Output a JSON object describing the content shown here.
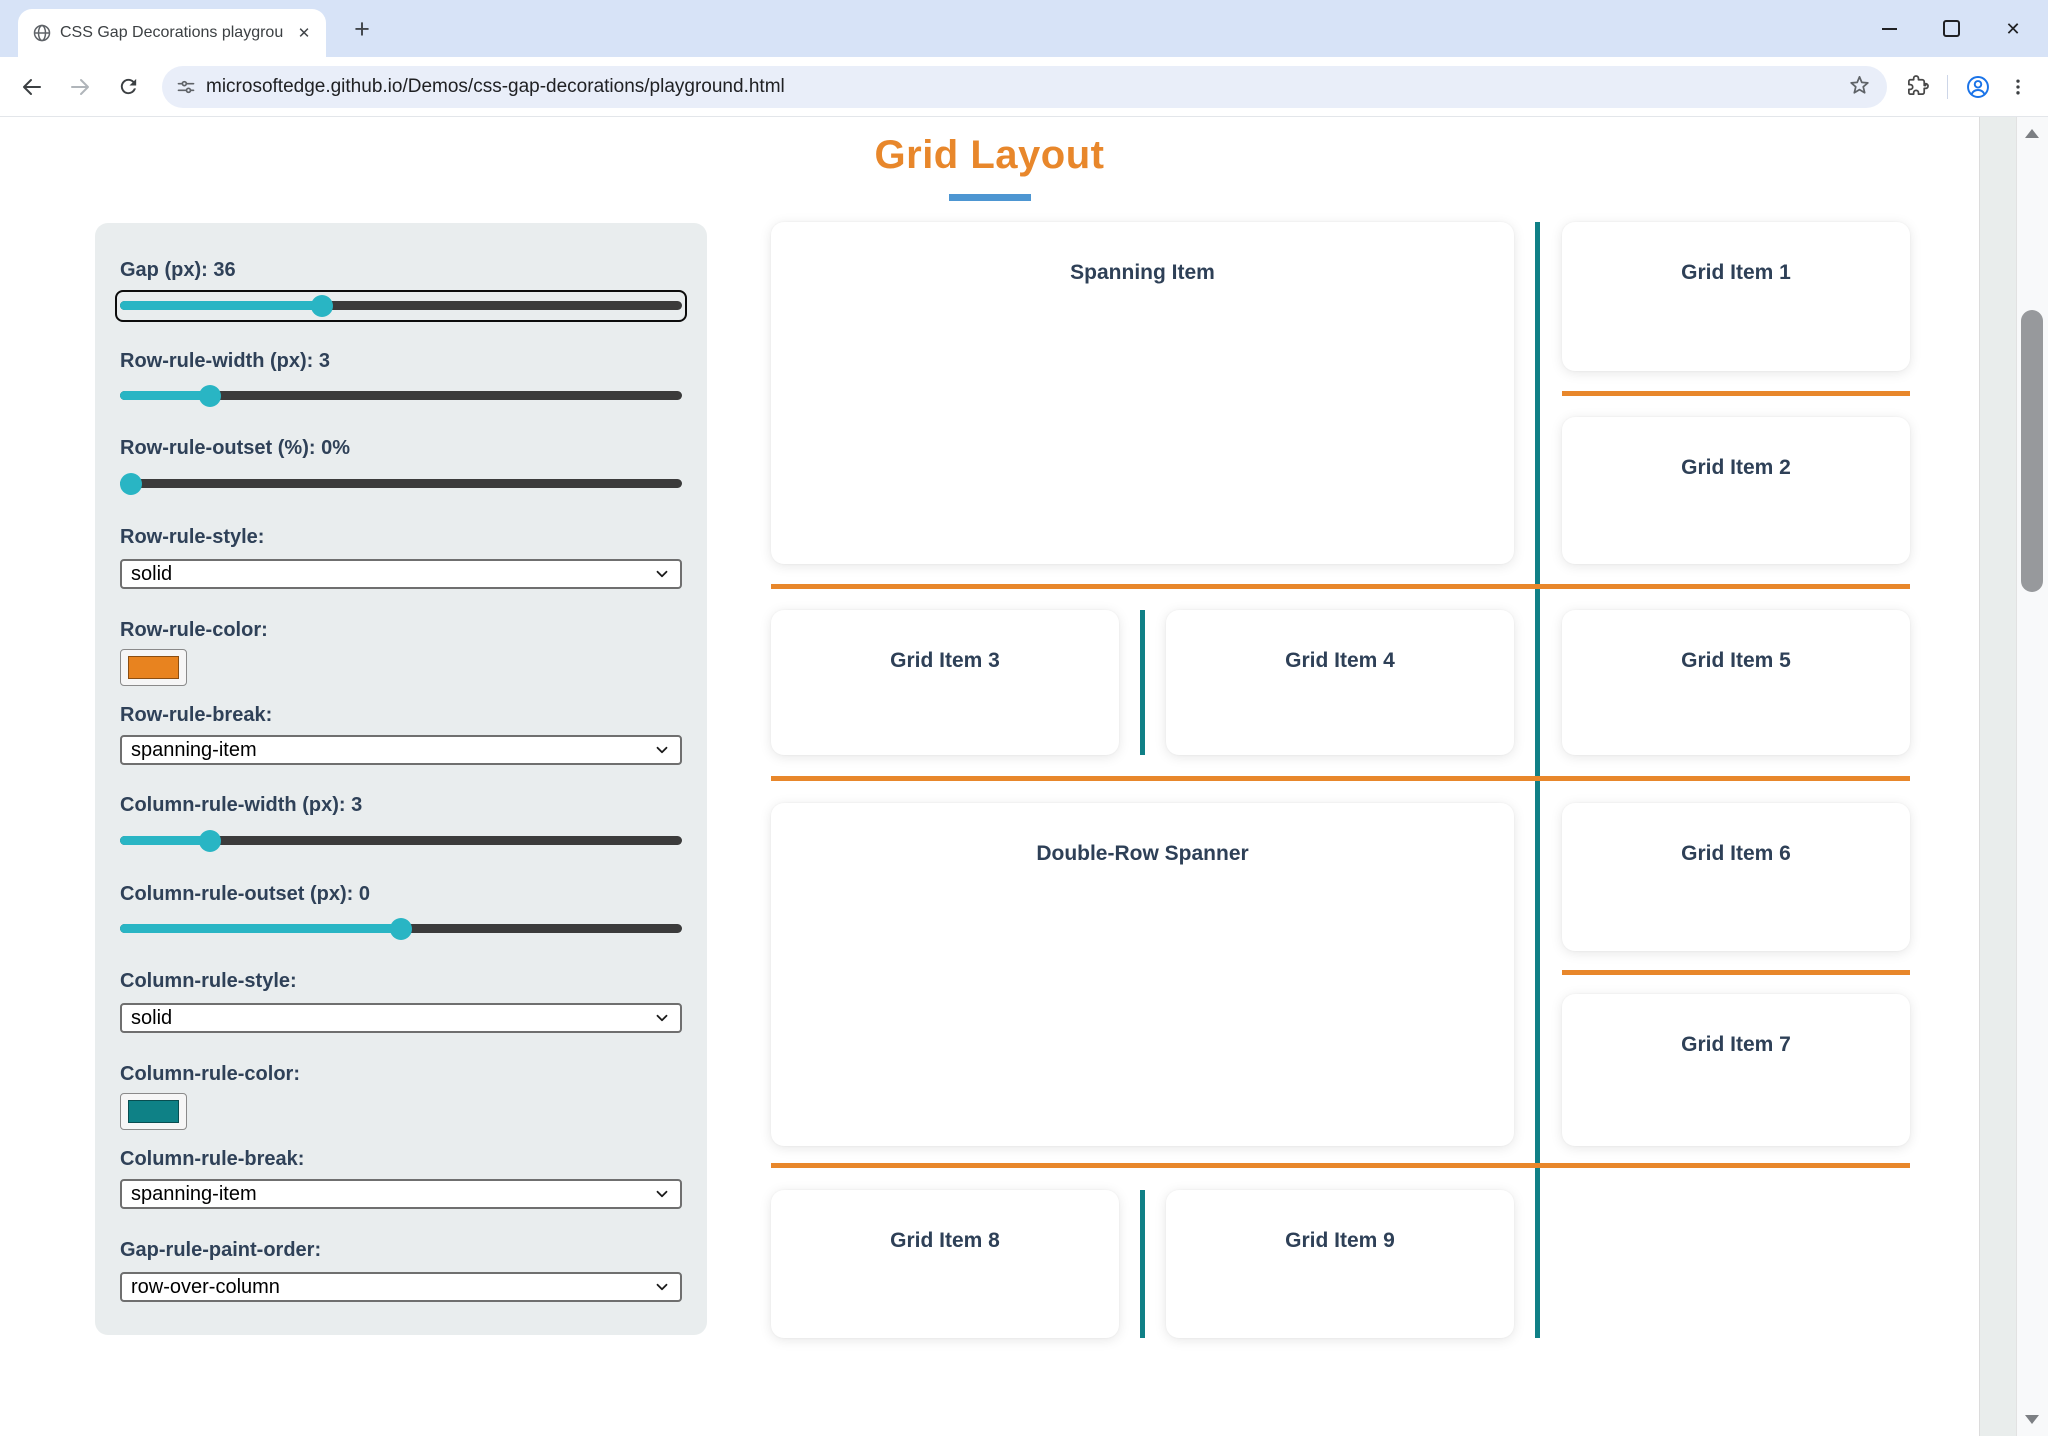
{
  "theme": {
    "accent": "#29b5c4",
    "orange": "#e8872b",
    "teal": "#108086",
    "underline": "#4d96d2"
  },
  "browser": {
    "tab_title": "CSS Gap Decorations playgroun",
    "url": "microsoftedge.github.io/Demos/css-gap-decorations/playground.html"
  },
  "page": {
    "title": "Grid Layout",
    "sidebar": {
      "gap": {
        "label": "Gap (px): 36",
        "thumb_percent": 36
      },
      "row_rule_width": {
        "label": "Row-rule-width (px): 3",
        "thumb_percent": 16
      },
      "row_rule_outset": {
        "label": "Row-rule-outset (%): 0%",
        "thumb_percent": 2
      },
      "row_rule_style": {
        "label": "Row-rule-style:",
        "value": "solid"
      },
      "row_rule_color": {
        "label": "Row-rule-color:",
        "color": "#e8831f"
      },
      "row_rule_break": {
        "label": "Row-rule-break:",
        "value": "spanning-item"
      },
      "column_rule_width": {
        "label": "Column-rule-width (px): 3",
        "thumb_percent": 16
      },
      "column_rule_outset": {
        "label": "Column-rule-outset (px): 0",
        "thumb_percent": 50
      },
      "column_rule_style": {
        "label": "Column-rule-style:",
        "value": "solid"
      },
      "column_rule_color": {
        "label": "Column-rule-color:",
        "color": "#0e8186"
      },
      "column_rule_break": {
        "label": "Column-rule-break:",
        "value": "spanning-item"
      },
      "gap_rule_paint_order": {
        "label": "Gap-rule-paint-order:",
        "value": "row-over-column"
      }
    },
    "grid": {
      "items": [
        {
          "label": "Spanning Item"
        },
        {
          "label": "Grid Item 1"
        },
        {
          "label": "Grid Item 2"
        },
        {
          "label": "Grid Item 3"
        },
        {
          "label": "Grid Item 4"
        },
        {
          "label": "Grid Item 5"
        },
        {
          "label": "Double-Row Spanner"
        },
        {
          "label": "Grid Item 6"
        },
        {
          "label": "Grid Item 7"
        },
        {
          "label": "Grid Item 8"
        },
        {
          "label": "Grid Item 9"
        }
      ]
    }
  }
}
